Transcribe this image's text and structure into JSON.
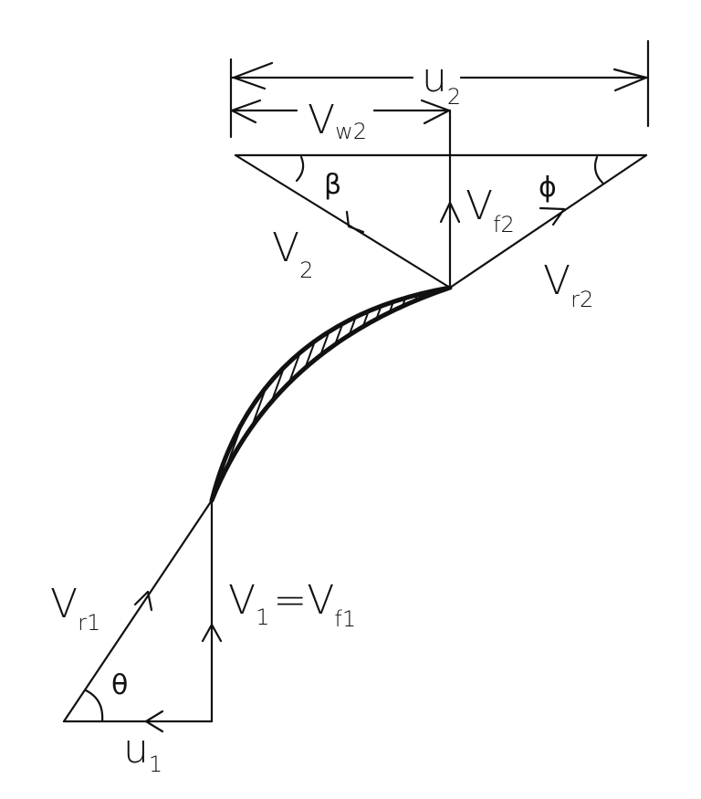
{
  "diagram": {
    "colors": {
      "ink": "#111111",
      "background": "#ffffff"
    },
    "labels": {
      "u2": {
        "main": "u",
        "sub": "2"
      },
      "vw2": {
        "main": "V",
        "sub": "w2"
      },
      "beta": "β",
      "phi": "ϕ",
      "vf2": {
        "main": "V",
        "sub": "f2"
      },
      "v2": {
        "main": "V",
        "sub": "2"
      },
      "vr2": {
        "main": "V",
        "sub": "r2"
      },
      "vr1": {
        "main": "V",
        "sub": "r1"
      },
      "v1_eq_vf1": {
        "left": "V",
        "left_sub": "1",
        "eq": "=",
        "right": "V",
        "right_sub": "f1"
      },
      "theta": "θ",
      "u1": {
        "main": "u",
        "sub": "1"
      }
    }
  }
}
